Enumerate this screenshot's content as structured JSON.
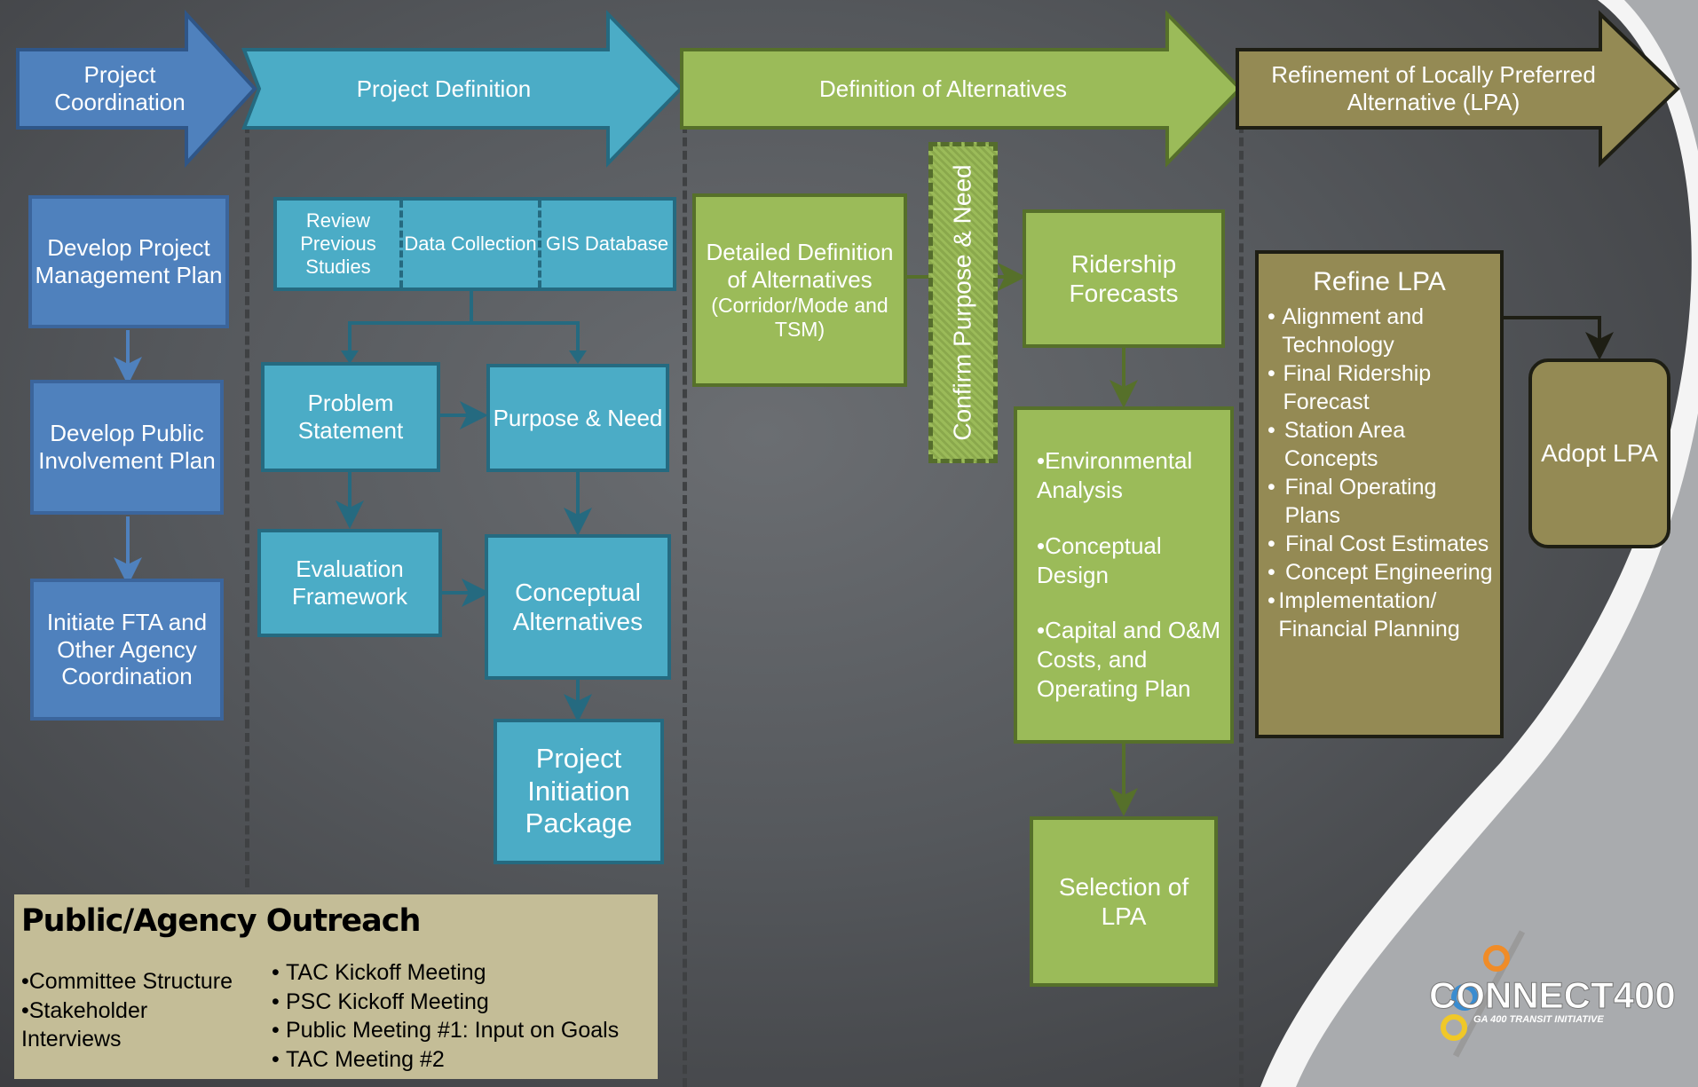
{
  "phases": [
    {
      "label": "Project Coordination",
      "color": "#4f81bd"
    },
    {
      "label": "Project Definition",
      "color": "#4bacc6"
    },
    {
      "label": "Definition of Alternatives",
      "color": "#9bbb59"
    },
    {
      "label": "Refinement of Locally Preferred Alternative (LPA)",
      "color": "#948a54"
    }
  ],
  "coordination": [
    "Develop Project Management Plan",
    "Develop Public Involvement Plan",
    "Initiate FTA and Other Agency Coordination"
  ],
  "definition": {
    "top_row": [
      "Review Previous Studies",
      "Data Collection",
      "GIS Database"
    ],
    "problem_statement": "Problem Statement",
    "purpose_need": "Purpose & Need",
    "evaluation_framework": "Evaluation Framework",
    "conceptual_alternatives": "Conceptual Alternatives",
    "initiation_package": "Project Initiation Package"
  },
  "alternatives": {
    "detailed_title": "Detailed Definition of Alternatives",
    "detailed_sub": "(Corridor/Mode and TSM)",
    "confirm": "Confirm Purpose & Need",
    "ridership": "Ridership Forecasts",
    "analysis_items": [
      "•Environmental Analysis",
      "•Conceptual Design",
      "•Capital and O&M Costs, and Operating Plan"
    ],
    "selection": "Selection of LPA"
  },
  "refinement": {
    "title": "Refine LPA",
    "items": [
      "Alignment and Technology",
      "Final Ridership Forecast",
      "Station Area Concepts",
      "Final Operating Plans",
      "Final Cost Estimates",
      "Concept Engineering",
      "Implementation/ Financial Planning"
    ],
    "adopt": "Adopt LPA"
  },
  "outreach": {
    "title": "Public/Agency Outreach",
    "left_items": [
      "•Committee Structure",
      "•Stakeholder Interviews"
    ],
    "right_items": [
      "TAC Kickoff Meeting",
      "PSC Kickoff Meeting",
      "Public Meeting #1: Input on Goals",
      "TAC Meeting #2"
    ]
  },
  "logo": {
    "text": "CONNECT400",
    "tagline": "GA 400 TRANSIT INITIATIVE"
  }
}
